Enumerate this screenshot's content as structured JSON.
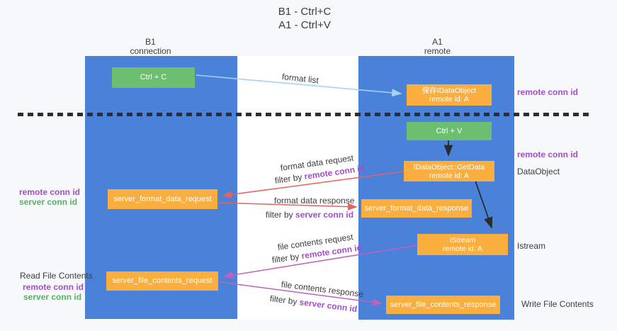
{
  "title": {
    "line1": "B1 - Ctrl+C",
    "line2": "A1 - Ctrl+V"
  },
  "columns": {
    "left": {
      "name": "B1",
      "role": "connection"
    },
    "right": {
      "name": "A1",
      "role": "remote"
    }
  },
  "boxes": {
    "ctrl_c": {
      "label": "Ctrl + C"
    },
    "ctrl_v": {
      "label": "Ctrl + V"
    },
    "save_idataobject": {
      "line1": "保存IDataObject",
      "line2": "remote id: A"
    },
    "idataobject_getdata": {
      "line1": "IDataObject::GetData",
      "line2": "remote id: A"
    },
    "istream": {
      "line1": "IStream",
      "line2": "remote id: A"
    },
    "server_format_data_request": {
      "label": "server_format_data_request"
    },
    "server_format_data_response": {
      "label": "server_format_data_response"
    },
    "server_file_contents_request": {
      "label": "server_file_contents_request"
    },
    "server_file_contents_response": {
      "label": "server_file_contents_response"
    }
  },
  "arrow_labels": {
    "format_list": "format list",
    "format_data_request": "format data request",
    "format_data_response": "format data response",
    "file_contents_request": "file contents request",
    "file_contents_response": "file contents response",
    "filter_by": "filter by ",
    "remote_conn_id": "remote conn id",
    "server_conn_id": "server conn id"
  },
  "side_labels": {
    "left_remote_conn_id": "remote conn id",
    "left_server_conn_id": "server conn id",
    "read_file_contents": "Read File Contents",
    "left_remote_conn_id_bottom": "remote conn id",
    "left_server_conn_id_bottom": "server conn id",
    "right_remote_conn_id_top": "remote conn id",
    "right_remote_conn_id_mid": "remote conn id",
    "dataobject": "DataObject",
    "istream": "Istream",
    "write_file_contents": "Write File Contents"
  },
  "colors": {
    "lifeline_blue": "#4a82d9",
    "node_green": "#6cbf6e",
    "node_orange": "#f9ae3d",
    "arrow_lightblue": "#a6d2f2",
    "arrow_black": "#2b2b2b",
    "arrow_red": "#e2635f",
    "arrow_magenta": "#c160c1",
    "text_purple": "#a34ec9",
    "text_green": "#53b365",
    "background": "#f7f8fa"
  }
}
